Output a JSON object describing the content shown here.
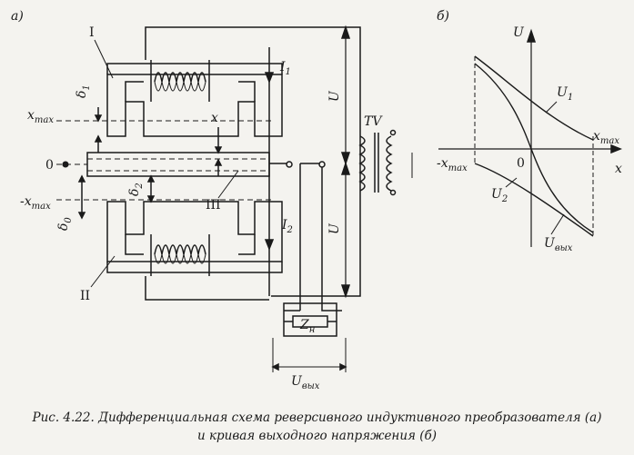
{
  "figure": {
    "panel_a": {
      "label": "а)",
      "core_top_label": "I",
      "core_bottom_label": "II",
      "armature_label": "III",
      "x_max_label": "x",
      "x_max_sub": "max",
      "neg_x_max_label": "-x",
      "neg_x_max_sub": "max",
      "zero_label": "0",
      "delta1_label": "δ",
      "delta1_sub": "1",
      "delta2_label": "δ",
      "delta2_sub": "2",
      "delta0_label": "δ",
      "delta0_sub": "0",
      "x_label": "x",
      "i1_label": "I",
      "i1_sub": "1",
      "i2_label": "I",
      "i2_sub": "2",
      "u_top_label": "U",
      "u_bottom_label": "U",
      "tv_label": "TV",
      "load_label": "Z",
      "load_sub": "н",
      "uout_label": "U",
      "uout_sub": "вых"
    },
    "panel_b": {
      "label": "б)",
      "u_axis_label": "U",
      "x_axis_label": "x",
      "u1_label": "U",
      "u1_sub": "1",
      "u2_label": "U",
      "u2_sub": "2",
      "uout_label": "U",
      "uout_sub": "вых",
      "x_max_label": "x",
      "x_max_sub": "max",
      "neg_x_max_label": "-x",
      "neg_x_max_sub": "max",
      "zero_label": "0"
    },
    "caption_line1": "Рис. 4.22. Дифференциальная схема реверсивного индуктивного преобразователя (а)",
    "caption_line2": "и кривая выходного напряжения (б)"
  }
}
